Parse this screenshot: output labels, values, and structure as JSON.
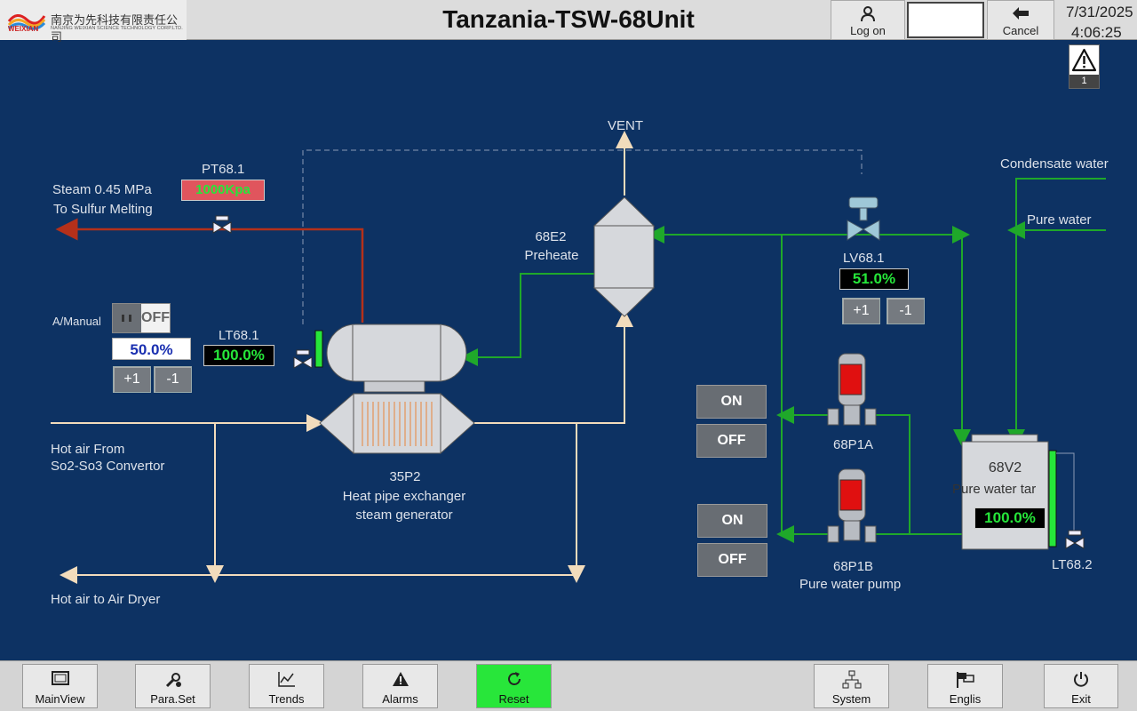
{
  "header": {
    "logo_cn": "南京为先科技有限责任公司",
    "logo_en": "NANJING WEIXIAN SCIENCE TECHNOLOGY CORP.LTD.",
    "logo_mark": "WEIXIAN",
    "title": "Tanzania-TSW-68Unit",
    "logon_label": "Log on",
    "user_value": "",
    "cancel_label": "Cancel",
    "date": "7/31/2025",
    "time": "4:06:25"
  },
  "alarm_indicator": {
    "icon": "warning-icon",
    "count": "1"
  },
  "labels": {
    "vent": "VENT",
    "steam_line1": "Steam 0.45 MPa",
    "steam_line2": "To Sulfur Melting",
    "pt": "PT68.1",
    "e2_id": "68E2",
    "e2_name": "Preheate",
    "condensate": "Condensate water",
    "pure_water": "Pure water",
    "lv": "LV68.1",
    "amanual": "A/Manual",
    "lt1": "LT68.1",
    "hot_air_from1": "Hot air From",
    "hot_air_from2": "So2-So3 Convertor",
    "exch_id": "35P2",
    "exch_name1": "Heat pipe exchanger",
    "exch_name2": "steam generator",
    "hot_air_to": "Hot air to Air Dryer",
    "p1a": "68P1A",
    "p1b": "68P1B",
    "pump_name": "Pure water pump",
    "tank_id": "68V2",
    "tank_name": "Pure water tar",
    "lt2": "LT68.2"
  },
  "values": {
    "pt": "1000Kpa",
    "lv": "51.0%",
    "manual_setpoint": "50.0%",
    "lt1": "100.0%",
    "lt2": "100.0%",
    "switch_state": "OFF"
  },
  "buttons": {
    "plus": "+1",
    "minus": "-1",
    "on": "ON",
    "off": "OFF"
  },
  "footer": {
    "mainview": "MainView",
    "paraset": "Para.Set",
    "trends": "Trends",
    "alarms": "Alarms",
    "reset": "Reset",
    "system": "System",
    "english": "Englis",
    "exit": "Exit"
  },
  "colors": {
    "background": "#0d3263",
    "steam_line": "#b5301a",
    "water_line": "#1fa82a",
    "air_line": "#f2dcbc",
    "value_text": "#26e63a",
    "alarm_value_bg": "#e0555d",
    "reset_active": "#28e63a"
  }
}
